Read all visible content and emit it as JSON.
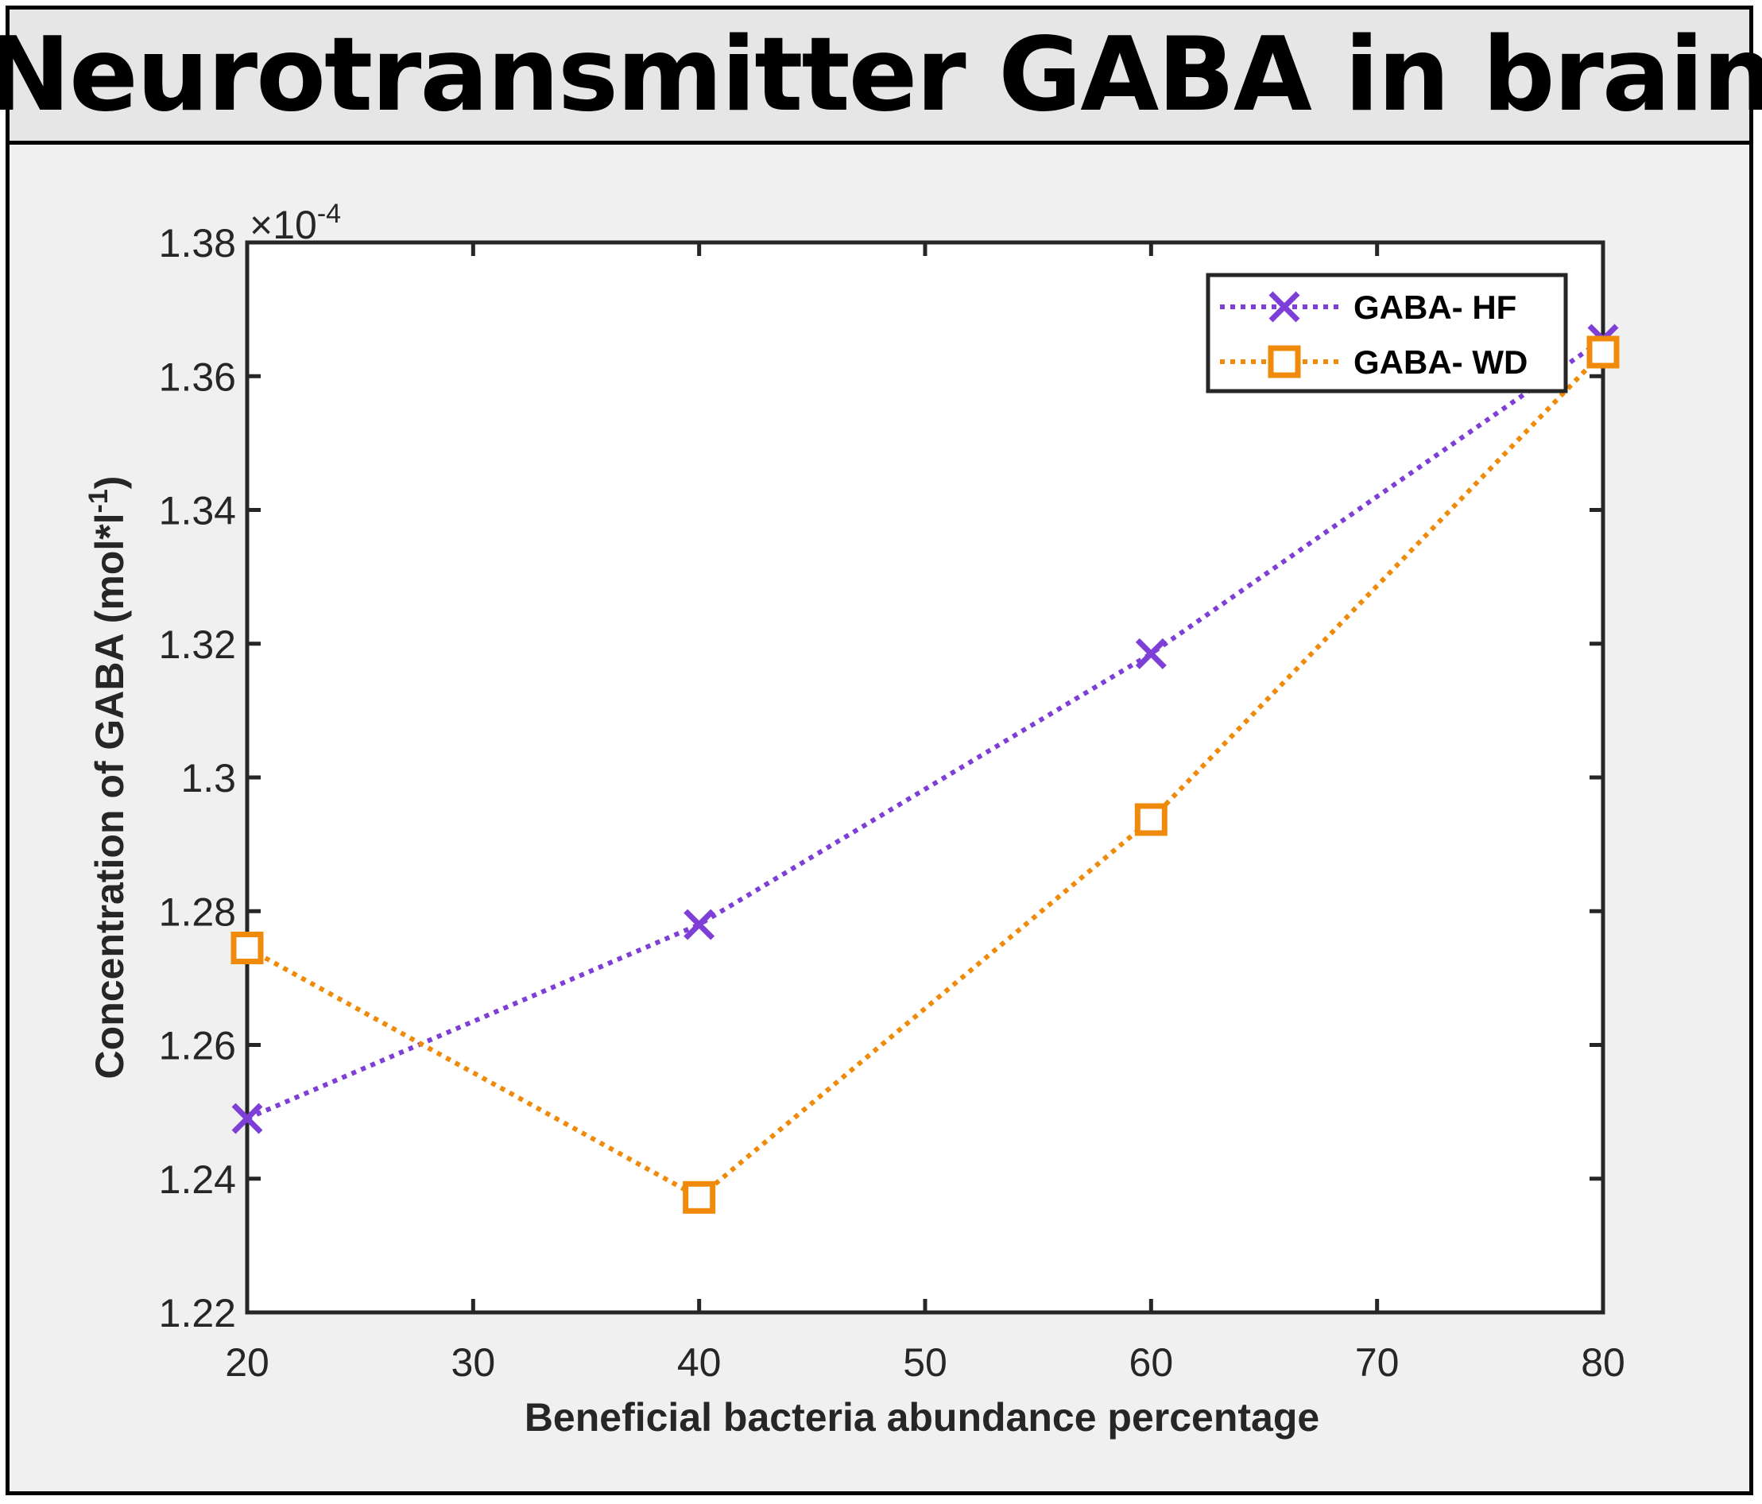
{
  "title": "Neurotransmitter GABA in brain",
  "exponent_label": "×10",
  "exponent_power": "-4",
  "colors": {
    "hf": "#7e3fd6",
    "wd": "#f08a0a",
    "background": "#f0f0f0",
    "plot_bg": "#ffffff"
  },
  "chart_data": {
    "type": "line",
    "title": "Neurotransmitter GABA in brain",
    "xlabel": "Beneficial bacteria abundance percentage",
    "ylabel_main": "Concentration of GABA (mol*l",
    "ylabel_sup": "-1",
    "ylabel_close": ")",
    "xlim": [
      20,
      80
    ],
    "ylim": [
      1.22,
      1.38
    ],
    "y_scale_factor": "1e-4",
    "x_ticks": [
      20,
      30,
      40,
      50,
      60,
      70,
      80
    ],
    "x_tick_labels": [
      "20",
      "30",
      "40",
      "50",
      "60",
      "70",
      "80"
    ],
    "y_ticks": [
      1.22,
      1.24,
      1.26,
      1.28,
      1.3,
      1.32,
      1.34,
      1.36,
      1.38
    ],
    "y_tick_labels": [
      "1.22",
      "1.24",
      "1.26",
      "1.28",
      "1.3",
      "1.32",
      "1.34",
      "1.36",
      "1.38"
    ],
    "grid": false,
    "legend_position": "top-right",
    "x": [
      20,
      40,
      60,
      80
    ],
    "series": [
      {
        "name": "GABA- HF",
        "marker": "x",
        "line_style": "dotted",
        "color": "#7e3fd6",
        "values": [
          1.249,
          1.278,
          1.3185,
          1.3655
        ]
      },
      {
        "name": "GABA- WD",
        "marker": "square",
        "line_style": "dotted",
        "color": "#f08a0a",
        "values": [
          1.2745,
          1.2372,
          1.2937,
          1.3636
        ]
      }
    ]
  }
}
